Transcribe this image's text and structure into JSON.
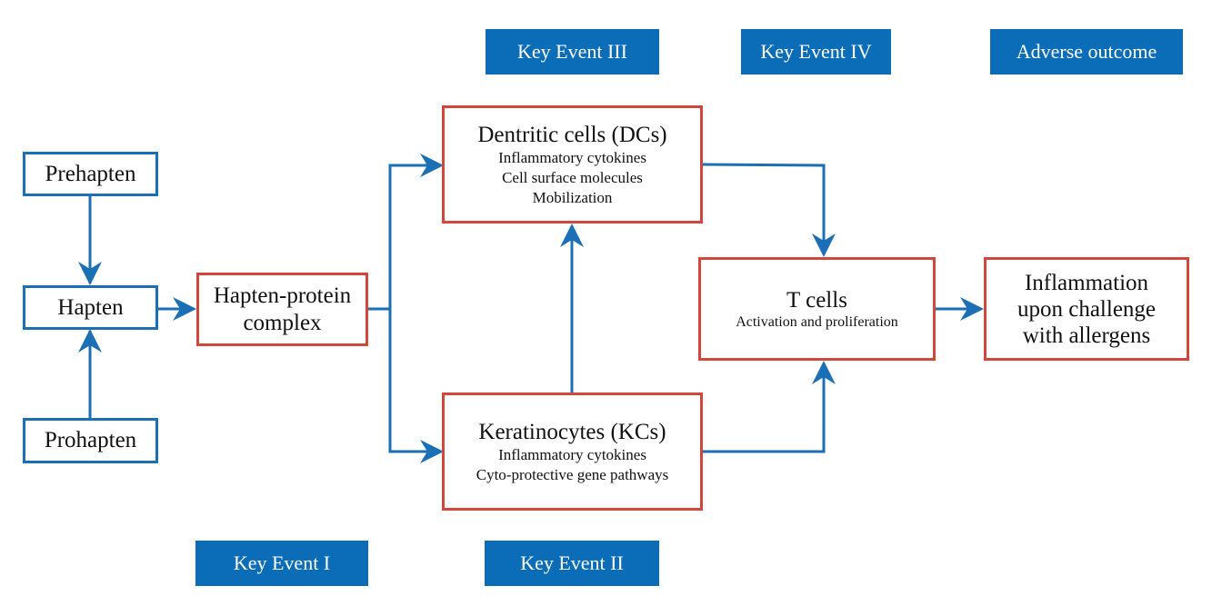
{
  "colors": {
    "arrow": "#1b6fb5",
    "precursor_border": "#1b6fb5",
    "event_border": "#d2463c",
    "label_bg": "#0b6db7",
    "label_text": "#ffffff"
  },
  "labels": {
    "key_event_1": "Key Event I",
    "key_event_2": "Key Event II",
    "key_event_3": "Key Event III",
    "key_event_4": "Key Event IV",
    "adverse_outcome": "Adverse outcome"
  },
  "nodes": {
    "prehapten": {
      "title": "Prehapten"
    },
    "hapten": {
      "title": "Hapten"
    },
    "prohapten": {
      "title": "Prohapten"
    },
    "hapten_protein": {
      "lines": [
        "Hapten-protein",
        "complex"
      ]
    },
    "dendritic": {
      "title": "Dentritic cells (DCs)",
      "details": [
        "Inflammatory cytokines",
        "Cell surface molecules",
        "Mobilization"
      ]
    },
    "keratinocytes": {
      "title": "Keratinocytes (KCs)",
      "details": [
        "Inflammatory cytokines",
        "Cyto-protective gene pathways"
      ]
    },
    "tcells": {
      "title": "T cells",
      "details": [
        "Activation and proliferation"
      ]
    },
    "inflammation": {
      "lines": [
        "Inflammation",
        "upon challenge",
        "with allergens"
      ]
    }
  },
  "edges": [
    {
      "from": "prehapten",
      "to": "hapten"
    },
    {
      "from": "prohapten",
      "to": "hapten"
    },
    {
      "from": "hapten",
      "to": "hapten_protein"
    },
    {
      "from": "hapten_protein",
      "to": "dendritic"
    },
    {
      "from": "hapten_protein",
      "to": "keratinocytes"
    },
    {
      "from": "keratinocytes",
      "to": "dendritic"
    },
    {
      "from": "dendritic",
      "to": "tcells"
    },
    {
      "from": "keratinocytes",
      "to": "tcells"
    },
    {
      "from": "tcells",
      "to": "inflammation"
    }
  ]
}
